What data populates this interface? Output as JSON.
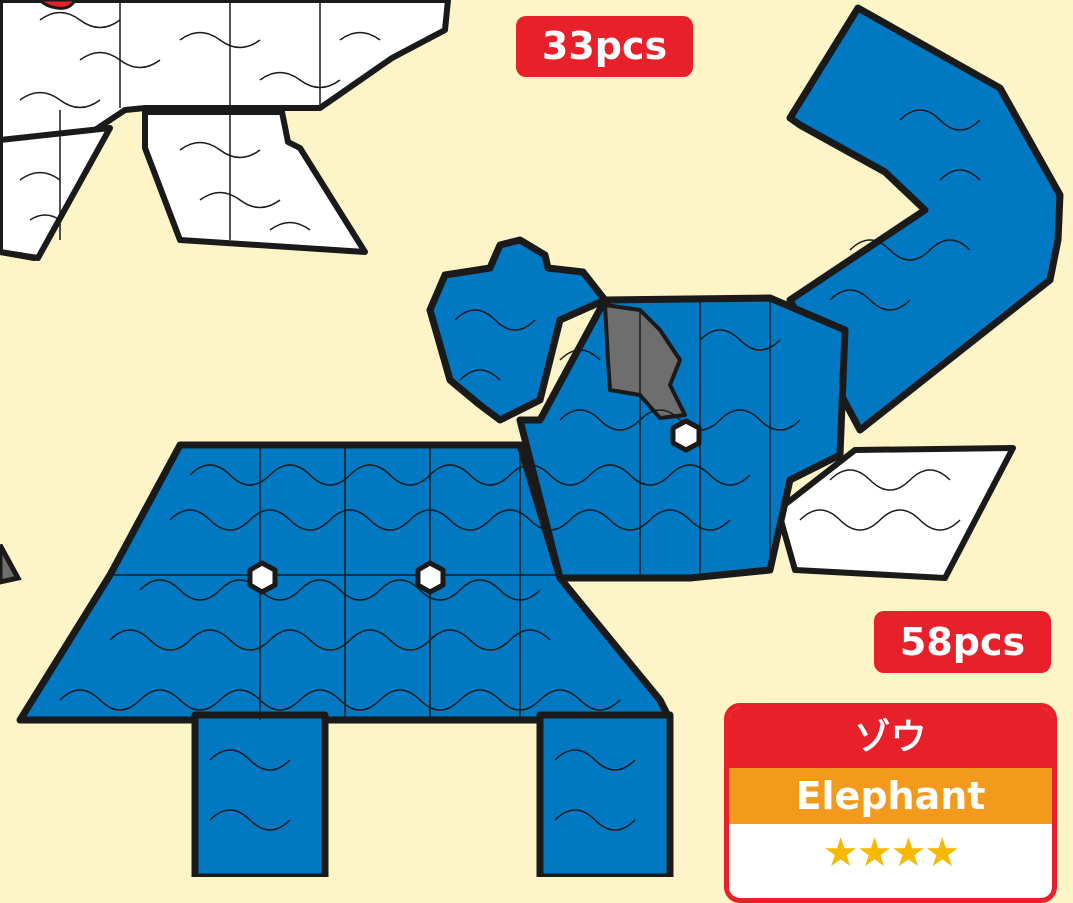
{
  "badges": {
    "top_count": "33pcs",
    "bottom_count": "58pcs"
  },
  "card": {
    "name_jp": "ゾウ",
    "name_en": "Elephant",
    "stars": "★★★★",
    "difficulty_stars": 4
  },
  "colors": {
    "background": "#fdf5c8",
    "piece_blue": "#0079c2",
    "piece_white": "#ffffff",
    "piece_gray": "#6e6e6e",
    "badge_red": "#e8202a",
    "card_orange": "#f39a1c",
    "star_yellow": "#f6b800"
  }
}
